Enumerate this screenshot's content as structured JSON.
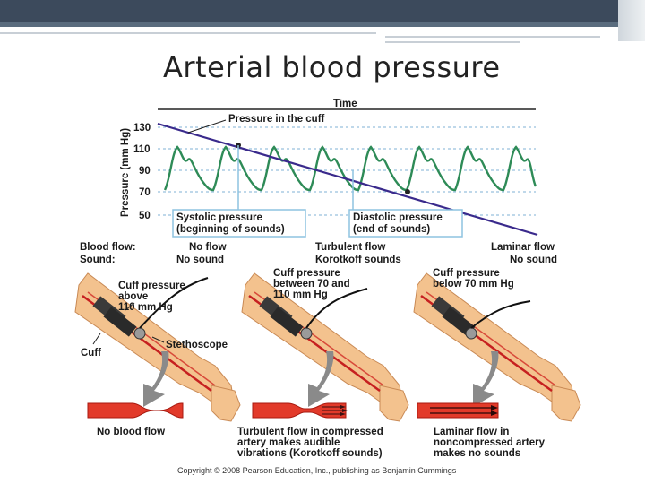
{
  "slide": {
    "title": "Arterial blood pressure"
  },
  "graph": {
    "time_label": "Time",
    "y_axis_label": "Pressure (mm Hg)",
    "y_ticks": [
      "130",
      "110",
      "90",
      "70",
      "50"
    ],
    "cuff_line_label": "Pressure in the cuff",
    "systolic_box": [
      "Systolic pressure",
      "(beginning of sounds)"
    ],
    "diastolic_box": [
      "Diastolic pressure",
      "(end of sounds)"
    ],
    "colors": {
      "pressure_wave": "#2e8b57",
      "cuff_line": "#3a2a8c",
      "gridline": "#7fb2d6",
      "box_border": "#8ec3e0"
    }
  },
  "panels": {
    "row_labels": {
      "blood_flow": "Blood flow:",
      "sound": "Sound:"
    },
    "left": {
      "flow": "No flow",
      "sound": "No sound",
      "cuff_text": [
        "Cuff pressure",
        "above",
        "110 mm Hg"
      ],
      "stethoscope_label": "Stethoscope",
      "cuff_label": "Cuff",
      "caption": "No blood flow"
    },
    "middle": {
      "flow": "Turbulent flow",
      "sound": "Korotkoff sounds",
      "cuff_text": [
        "Cuff pressure",
        "between 70 and",
        "110 mm Hg"
      ],
      "caption": [
        "Turbulent flow in compressed",
        "artery makes audible",
        "vibrations (Korotkoff sounds)"
      ]
    },
    "right": {
      "flow": "Laminar flow",
      "sound": "No sound",
      "cuff_text": [
        "Cuff pressure",
        "below 70 mm Hg"
      ],
      "caption": [
        "Laminar flow in",
        "noncompressed artery",
        "makes no sounds"
      ]
    }
  },
  "copyright": "Copyright © 2008 Pearson Education, Inc., publishing as Benjamin Cummings"
}
